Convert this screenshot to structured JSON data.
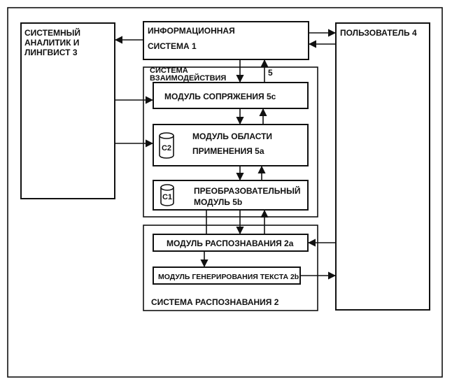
{
  "blocks": {
    "info_system": {
      "line1": "ИНФОРМАЦИОННАЯ",
      "line2": "СИСТЕМА  1"
    },
    "analyst": {
      "line1": "СИСТЕМНЫЙ",
      "line2": "АНАЛИТИК И",
      "line3": "ЛИНГВИСТ 3"
    },
    "user": {
      "label": "ПОЛЬЗОВАТЕЛЬ 4"
    },
    "interaction_system": {
      "line1": "СИСТЕМА",
      "line2": "ВЗАИМОДЕЙСТВИЯ",
      "number": "5"
    },
    "interface_module": {
      "label": "МОДУЛЬ СОПРЯЖЕНИЯ 5с"
    },
    "domain_module": {
      "line1": "МОДУЛЬ ОБЛАСТИ",
      "line2": "ПРИМЕНЕНИЯ 5а",
      "db_label": "С2"
    },
    "conversion_module": {
      "line1": "ПРЕОБРАЗОВАТЕЛЬНЫЙ",
      "line2": "МОДУЛЬ 5b",
      "db_label": "С1"
    },
    "recognition_module": {
      "label": "МОДУЛЬ РАСПОЗНАВАНИЯ 2а"
    },
    "text_generation_module": {
      "label": "МОДУЛЬ ГЕНЕРИРОВАНИЯ ТЕКСТА 2b"
    },
    "recognition_system": {
      "label": "СИСТЕМА РАСПОЗНАВАНИЯ 2"
    }
  }
}
